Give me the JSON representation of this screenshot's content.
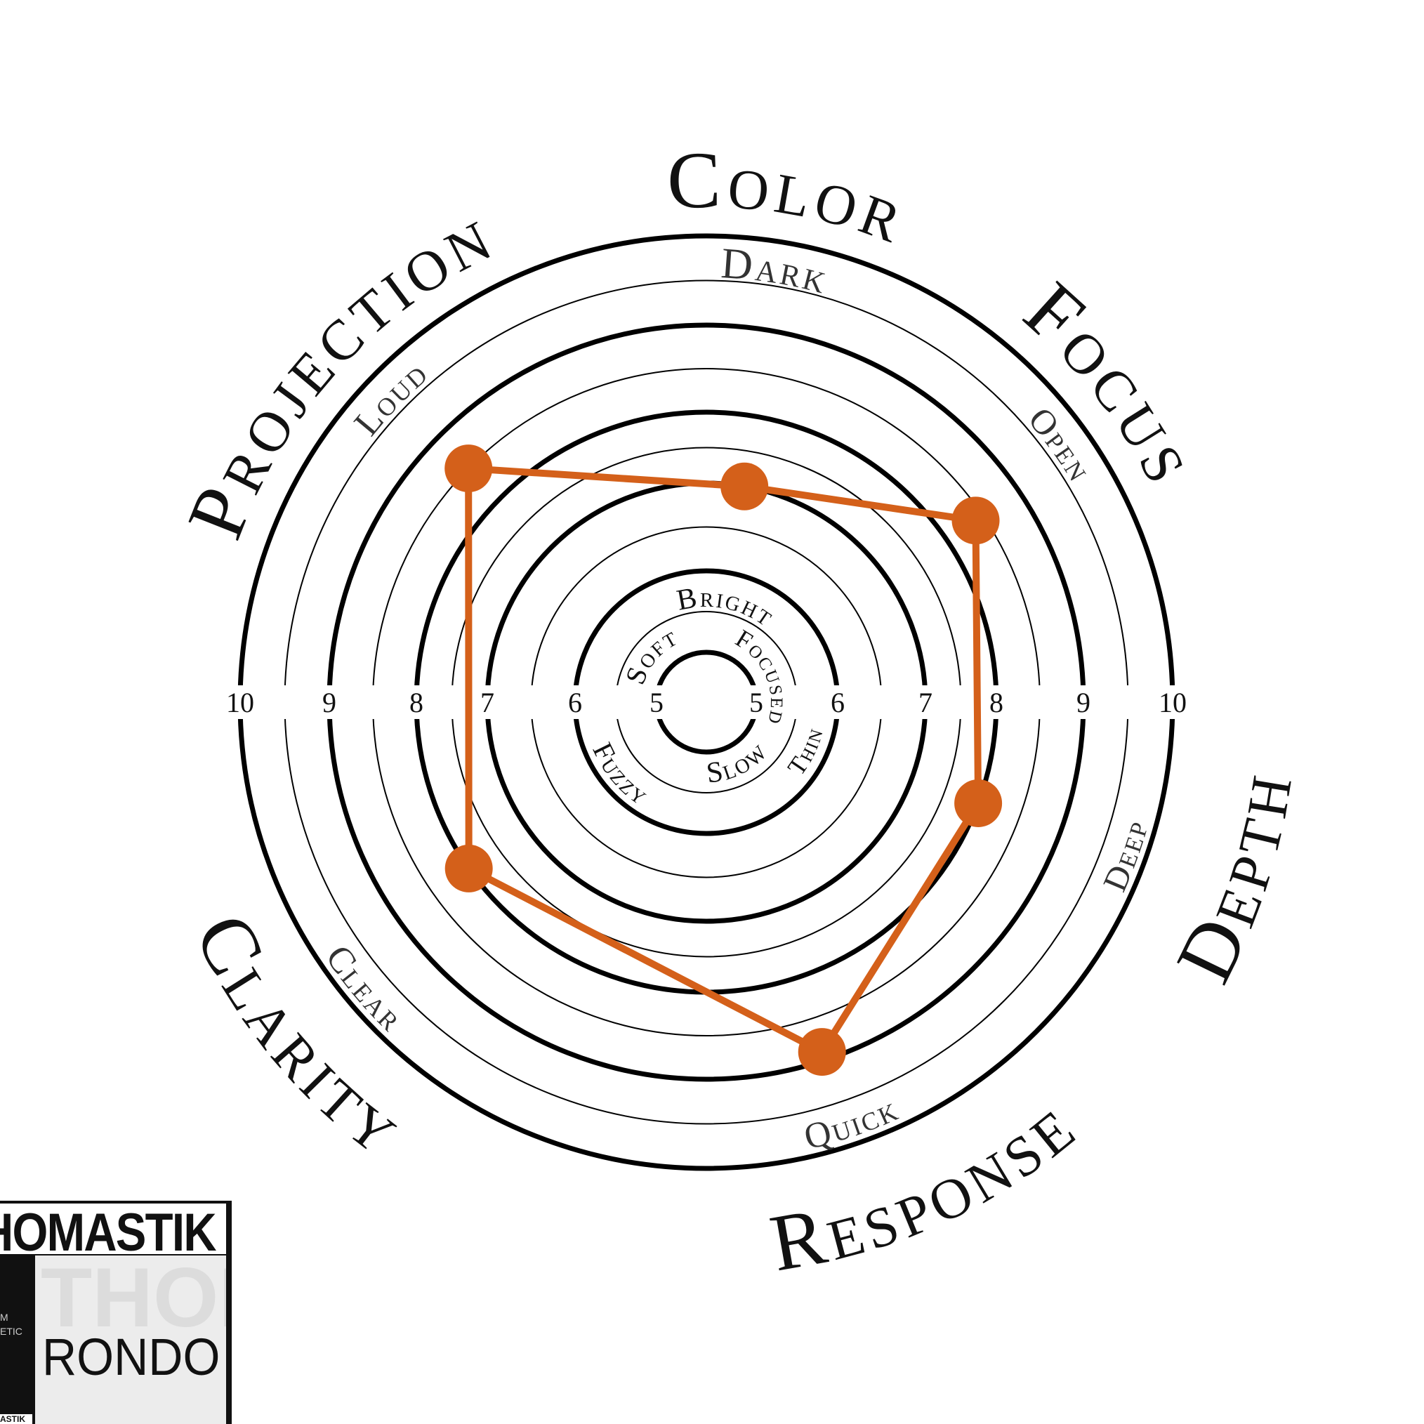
{
  "chart_data": {
    "type": "radar",
    "title": "",
    "scale_ticks": [
      "5",
      "6",
      "7",
      "8",
      "9",
      "10"
    ],
    "range": [
      5,
      10
    ],
    "axes": [
      {
        "name": "Color",
        "value": 7,
        "high_label": "Dark",
        "low_label": "Bright"
      },
      {
        "name": "Focus",
        "value": 8.4,
        "high_label": "Open",
        "low_label": "Focused"
      },
      {
        "name": "Depth",
        "value": 8,
        "high_label": "Deep",
        "low_label": "Thin"
      },
      {
        "name": "Response",
        "value": 8.9,
        "high_label": "Quick",
        "low_label": "Slow"
      },
      {
        "name": "Clarity",
        "value": 8,
        "high_label": "Clear",
        "low_label": "Fuzzy"
      },
      {
        "name": "Projection",
        "value": 8.5,
        "high_label": "Loud",
        "low_label": "Soft"
      }
    ],
    "series_color": "#d4601a"
  },
  "logo": {
    "brand": "HOMASTIK",
    "watermark": "THON",
    "product": "RONDO",
    "side_line1": "M",
    "side_line2": "ETIC",
    "footer": "ASTIK"
  }
}
